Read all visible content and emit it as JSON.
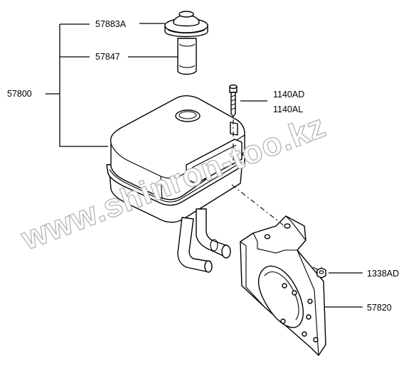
{
  "title": "",
  "watermark": "www.shinron-too.kz",
  "callouts": {
    "cap": "57883A",
    "filler_neck": "57847",
    "reservoir_assy": "57800",
    "bolt_a": "1140AD",
    "bolt_b": "1140AL",
    "nut": "1338AD",
    "bracket": "57820"
  }
}
